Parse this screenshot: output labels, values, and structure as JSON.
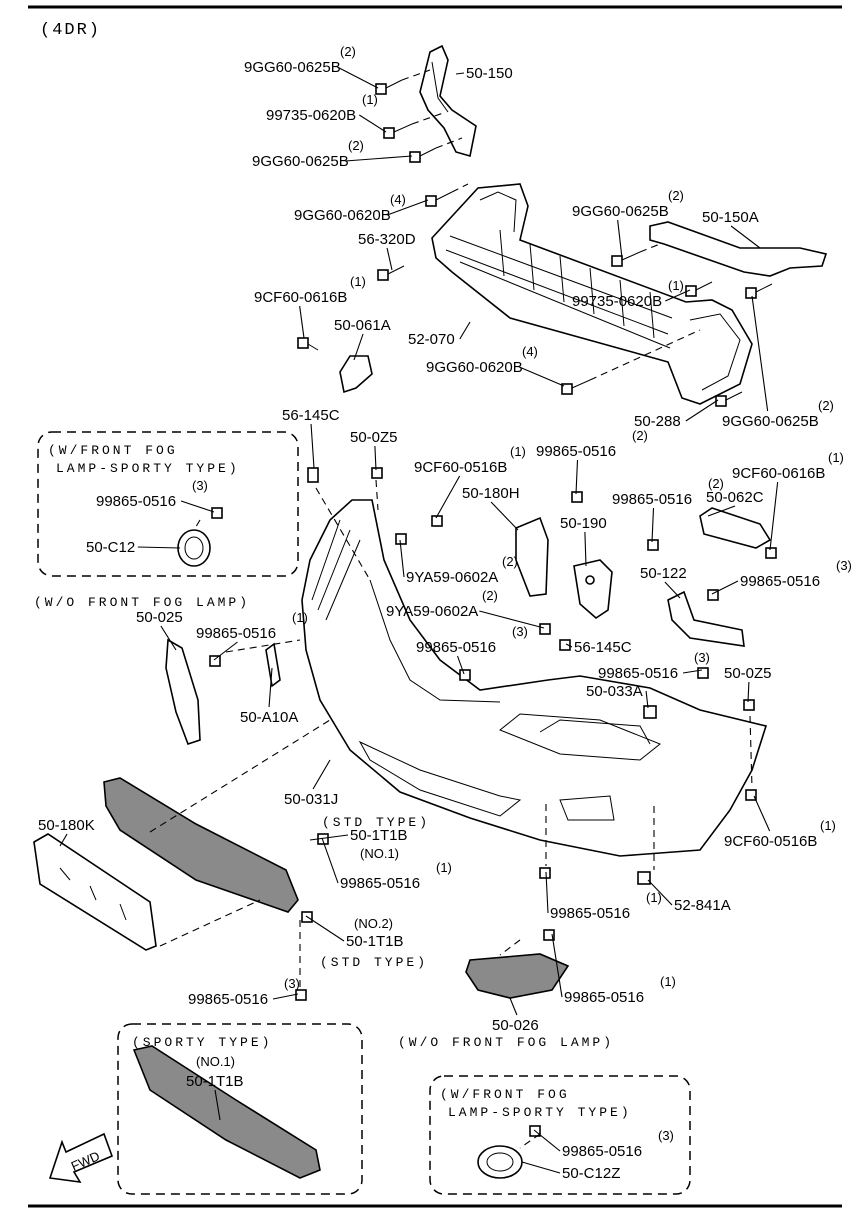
{
  "header": {
    "model": "(4DR)"
  },
  "parts": [
    {
      "id": "p1",
      "qty": "(2)",
      "label": "9GG60-0625B"
    },
    {
      "id": "p2",
      "label": "50-150"
    },
    {
      "id": "p3",
      "qty": "(1)",
      "label": "99735-0620B"
    },
    {
      "id": "p4",
      "qty": "(2)",
      "label": "9GG60-0625B"
    },
    {
      "id": "p5",
      "qty": "(4)",
      "label": "9GG60-0620B"
    },
    {
      "id": "p6",
      "qty": "(2)",
      "label": "9GG60-0625B"
    },
    {
      "id": "p7",
      "label": "50-150A"
    },
    {
      "id": "p8",
      "label": "56-320D"
    },
    {
      "id": "p9",
      "qty": "(1)",
      "label": "9CF60-0616B"
    },
    {
      "id": "p10",
      "qty": "(1)",
      "label": "99735-0620B"
    },
    {
      "id": "p11",
      "label": "50-061A"
    },
    {
      "id": "p12",
      "label": "52-070"
    },
    {
      "id": "p13",
      "qty": "(4)",
      "label": "9GG60-0620B"
    },
    {
      "id": "p14",
      "label": "50-288"
    },
    {
      "id": "p15",
      "qty": "(2)",
      "label": "9GG60-0625B"
    },
    {
      "id": "p16",
      "label": "56-145C"
    },
    {
      "id": "p17",
      "label": "50-0Z5"
    },
    {
      "id": "p18",
      "qty": "(1)",
      "label": "9CF60-0516B"
    },
    {
      "id": "p19",
      "qty": "(2)",
      "label": "99865-0516"
    },
    {
      "id": "p20",
      "qty": "(1)",
      "label": "9CF60-0616B"
    },
    {
      "id": "p21",
      "qty": "(3)",
      "label": "99865-0516"
    },
    {
      "id": "p22",
      "label": "50-C12"
    },
    {
      "id": "p23",
      "label": "50-180H"
    },
    {
      "id": "p24",
      "qty": "(2)",
      "label": "99865-0516"
    },
    {
      "id": "p25",
      "label": "50-062C"
    },
    {
      "id": "p26",
      "label": "50-190"
    },
    {
      "id": "p27",
      "qty": "(2)",
      "label": "9YA59-0602A"
    },
    {
      "id": "p28",
      "label": "50-122"
    },
    {
      "id": "p29",
      "qty": "(3)",
      "label": "99865-0516"
    },
    {
      "id": "p30",
      "label": "50-025"
    },
    {
      "id": "p31",
      "qty": "(1)",
      "label": "99865-0516"
    },
    {
      "id": "p32",
      "qty": "(2)",
      "label": "9YA59-0602A"
    },
    {
      "id": "p33",
      "qty": "(3)",
      "label": "99865-0516"
    },
    {
      "id": "p34",
      "label": "56-145C"
    },
    {
      "id": "p35",
      "qty": "(3)",
      "label": "99865-0516"
    },
    {
      "id": "p36",
      "label": "50-0Z5"
    },
    {
      "id": "p37",
      "label": "50-033A"
    },
    {
      "id": "p38",
      "label": "50-A10A"
    },
    {
      "id": "p39",
      "label": "50-031J"
    },
    {
      "id": "p40",
      "label": "50-180K"
    },
    {
      "id": "p41",
      "label": "50-1T1B"
    },
    {
      "id": "p42",
      "qty": "(1)",
      "label": "99865-0516"
    },
    {
      "id": "p43",
      "qty": "(1)",
      "label": "9CF60-0516B"
    },
    {
      "id": "p44",
      "label": "52-841A"
    },
    {
      "id": "p45",
      "qty": "(1)",
      "label": "99865-0516"
    },
    {
      "id": "p46",
      "label": "50-1T1B"
    },
    {
      "id": "p47",
      "qty": "(3)",
      "label": "99865-0516"
    },
    {
      "id": "p48",
      "qty": "(1)",
      "label": "99865-0516"
    },
    {
      "id": "p49",
      "label": "50-026"
    },
    {
      "id": "p50",
      "label": "50-1T1B"
    },
    {
      "id": "p51",
      "qty": "(3)",
      "label": "99865-0516"
    },
    {
      "id": "p52",
      "label": "50-C12Z"
    }
  ],
  "notes": {
    "fog_sporty_1": "(W/FRONT FOG",
    "fog_sporty_2": "LAMP-SPORTY TYPE)",
    "wo_fog_1": "(W/O FRONT FOG LAMP)",
    "std_type_1": "(STD TYPE)",
    "no1": "(NO.1)",
    "no2": "(NO.2)",
    "std_type_2": "(STD TYPE)",
    "wo_fog_2": "(W/O FRONT FOG LAMP)",
    "sporty_type": "(SPORTY TYPE)",
    "sporty_no1": "(NO.1)",
    "fog_sporty_3": "(W/FRONT FOG",
    "fog_sporty_4": "LAMP-SPORTY TYPE)",
    "fwd": "FWD"
  }
}
